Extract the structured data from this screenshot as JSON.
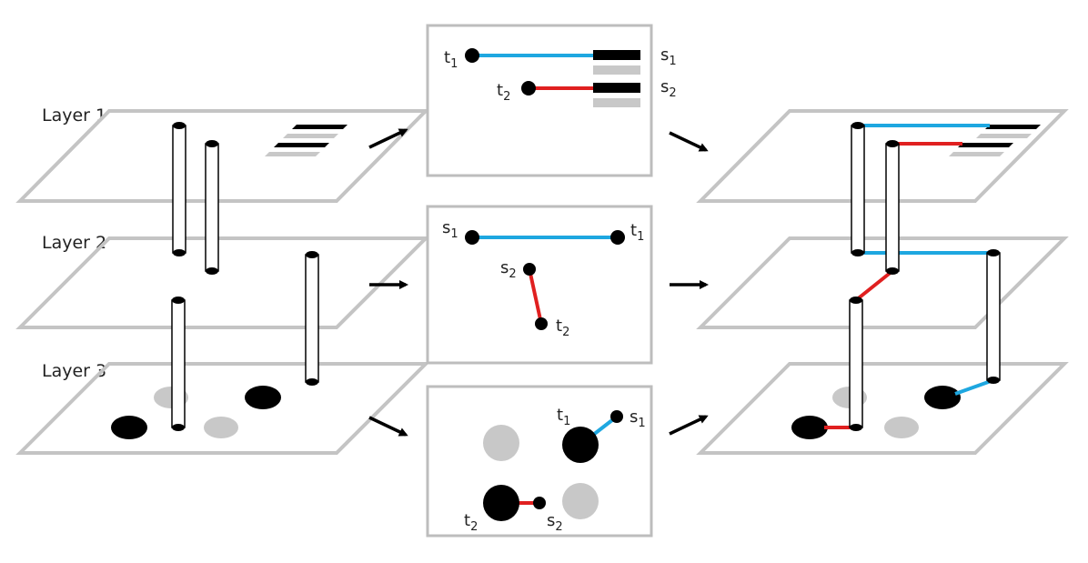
{
  "layer_labels": [
    "Layer 1",
    "Layer 2",
    "Layer 3"
  ],
  "terminals": {
    "t": "t",
    "s": "s",
    "net1": "1",
    "net2": "2"
  },
  "colors": {
    "plane_outline": "#c4c4c4",
    "net1_wire": "#1ea7e0",
    "net2_wire": "#e02020",
    "pad_black": "#000000",
    "pad_gray": "#c8c8c8",
    "via_fill": "#ffffff",
    "via_stroke": "#000000",
    "panel_border": "#bdbdbd"
  }
}
